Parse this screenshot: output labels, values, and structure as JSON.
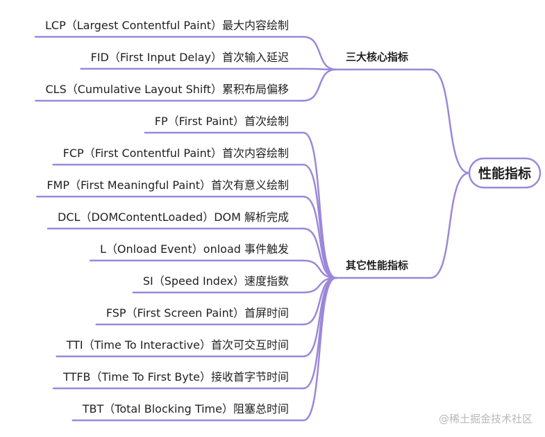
{
  "root": {
    "label": "性能指标"
  },
  "branches": [
    {
      "label": "三大核心指标",
      "leaves": [
        "LCP（Largest Contentful Paint）最大内容绘制",
        "FID（First Input Delay）首次输入延迟",
        "CLS（Cumulative Layout Shift）累积布局偏移"
      ]
    },
    {
      "label": "其它性能指标",
      "leaves": [
        "FP（First Paint）首次绘制",
        "FCP（First Contentful Paint）首次内容绘制",
        "FMP（First Meaningful Paint）首次有意义绘制",
        "DCL（DOMContentLoaded）DOM 解析完成",
        "L（Onload Event）onload 事件触发",
        "SI（Speed Index）速度指数",
        "FSP（First Screen Paint）首屏时间",
        "TTI（Time To Interactive）首次可交互时间",
        "TTFB（Time To First Byte）接收首字节时间",
        "TBT（Total Blocking Time）阻塞总时间"
      ]
    }
  ],
  "watermark": "@稀土掘金技术社区",
  "colors": {
    "line": "#9b87d9",
    "text": "#1f1f1f",
    "watermark": "#b8b8b8"
  }
}
